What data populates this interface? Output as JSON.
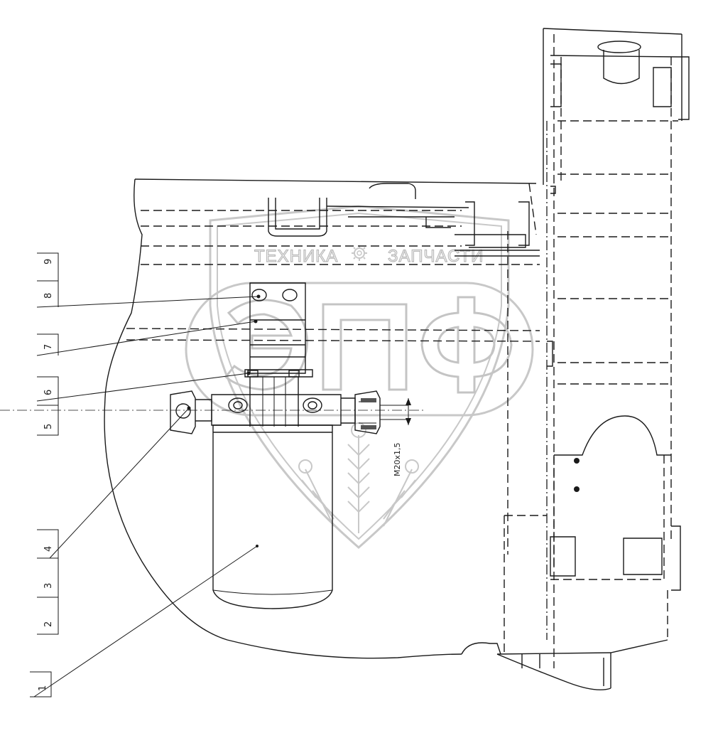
{
  "watermark": {
    "brand_letters": "ЭПФ",
    "left_word": "ТЕХНИКА",
    "right_word": "ЗАПЧАСТИ",
    "gear_icon": "gear-icon"
  },
  "dimension_label": "M20x1,5",
  "callouts": [
    {
      "id": "9",
      "label": "9"
    },
    {
      "id": "8",
      "label": "8"
    },
    {
      "id": "7",
      "label": "7"
    },
    {
      "id": "6",
      "label": "6"
    },
    {
      "id": "5",
      "label": "5"
    },
    {
      "id": "4",
      "label": "4"
    },
    {
      "id": "3",
      "label": "3"
    },
    {
      "id": "2",
      "label": "2"
    },
    {
      "id": "1",
      "label": "1"
    }
  ]
}
